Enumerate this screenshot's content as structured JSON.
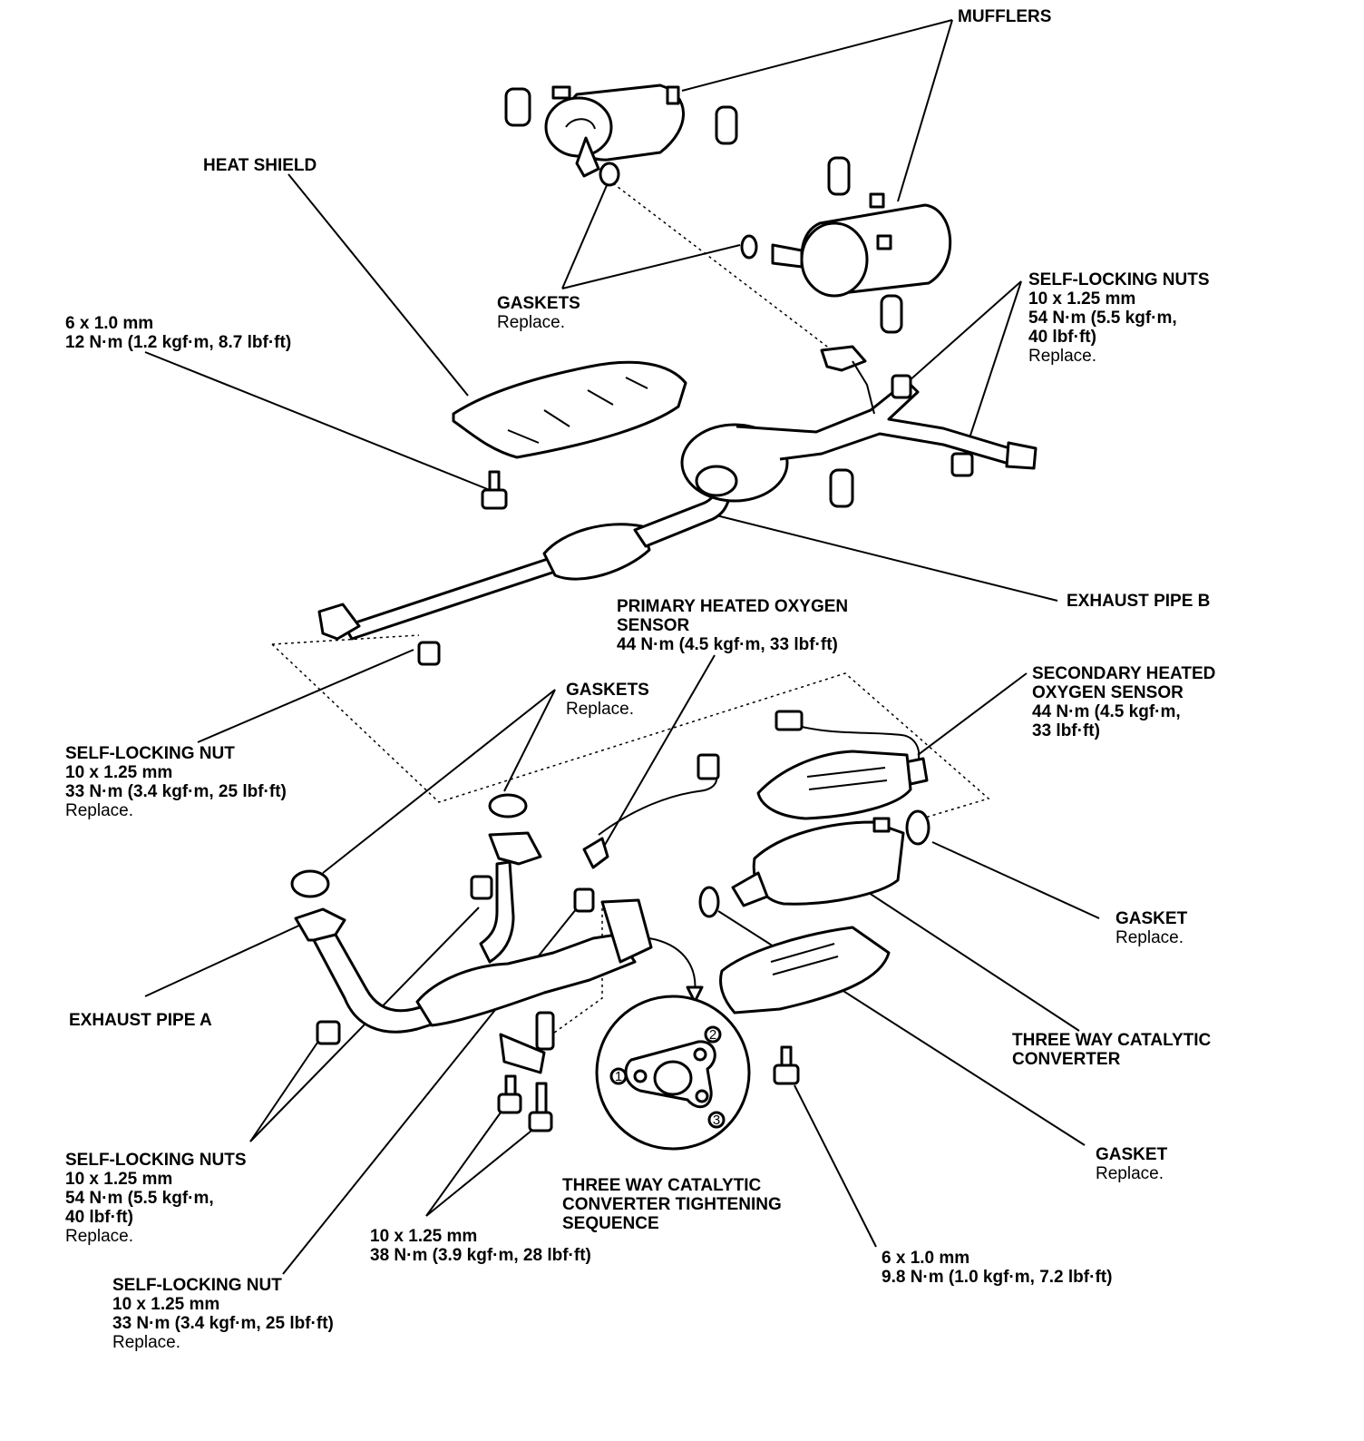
{
  "labels": {
    "mufflers": {
      "title": [
        "MUFFLERS"
      ],
      "note": []
    },
    "heat_shield": {
      "title": [
        "HEAT SHIELD"
      ],
      "note": []
    },
    "gaskets_top": {
      "title": [
        "GASKETS"
      ],
      "note": [
        "Replace."
      ]
    },
    "bolt_6x1_top": {
      "title": [
        "6 x 1.0 mm",
        "12 N·m (1.2 kgf·m, 8.7 lbf·ft)"
      ],
      "note": []
    },
    "nuts_top_right": {
      "title": [
        "SELF-LOCKING NUTS",
        "10 x 1.25 mm",
        "54 N·m (5.5 kgf·m,",
        "40 lbf·ft)"
      ],
      "note": [
        "Replace."
      ]
    },
    "exhaust_pipe_b": {
      "title": [
        "EXHAUST PIPE B"
      ],
      "note": []
    },
    "primary_sensor": {
      "title": [
        "PRIMARY HEATED OXYGEN",
        "SENSOR",
        "44 N·m (4.5 kgf·m, 33 lbf·ft)"
      ],
      "note": []
    },
    "secondary_sensor": {
      "title": [
        "SECONDARY HEATED",
        "OXYGEN SENSOR",
        "44 N·m (4.5 kgf·m,",
        "33 lbf·ft)"
      ],
      "note": []
    },
    "gaskets_mid": {
      "title": [
        "GASKETS"
      ],
      "note": [
        "Replace."
      ]
    },
    "nut_mid_left": {
      "title": [
        "SELF-LOCKING NUT",
        "10 x 1.25 mm",
        "33 N·m (3.4 kgf·m, 25 lbf·ft)"
      ],
      "note": [
        "Replace."
      ]
    },
    "gasket_right_1": {
      "title": [
        "GASKET"
      ],
      "note": [
        "Replace."
      ]
    },
    "exhaust_pipe_a": {
      "title": [
        "EXHAUST PIPE A"
      ],
      "note": []
    },
    "twc": {
      "title": [
        "THREE WAY CATALYTIC",
        "CONVERTER"
      ],
      "note": []
    },
    "gasket_right_2": {
      "title": [
        "GASKET"
      ],
      "note": [
        "Replace."
      ]
    },
    "nuts_bottom_left": {
      "title": [
        "SELF-LOCKING NUTS",
        "10 x 1.25 mm",
        "54 N·m (5.5 kgf·m,",
        "40 lbf·ft)"
      ],
      "note": [
        "Replace."
      ]
    },
    "tightening_sequence": {
      "title": [
        "THREE WAY CATALYTIC",
        "CONVERTER TIGHTENING",
        "SEQUENCE"
      ],
      "note": []
    },
    "bolt_10x125": {
      "title": [
        "10 x 1.25 mm",
        "38 N·m (3.9 kgf·m, 28 lbf·ft)"
      ],
      "note": []
    },
    "bolt_6x1_bottom": {
      "title": [
        "6 x 1.0 mm",
        "9.8 N·m (1.0 kgf·m, 7.2 lbf·ft)"
      ],
      "note": []
    },
    "nut_bottom_left": {
      "title": [
        "SELF-LOCKING NUT",
        "10 x 1.25 mm",
        "33 N·m (3.4 kgf·m, 25 lbf·ft)"
      ],
      "note": [
        "Replace."
      ]
    }
  },
  "sequence_numbers": [
    "1",
    "2",
    "3"
  ]
}
